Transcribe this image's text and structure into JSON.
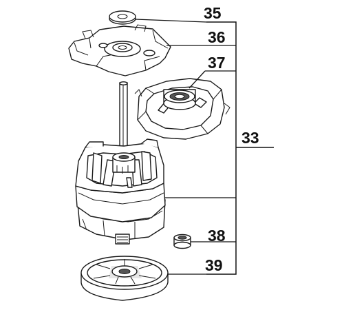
{
  "diagram": {
    "labels": {
      "part_35": "35",
      "part_36": "36",
      "part_37": "37",
      "part_33": "33",
      "part_38": "38",
      "part_39": "39"
    }
  }
}
